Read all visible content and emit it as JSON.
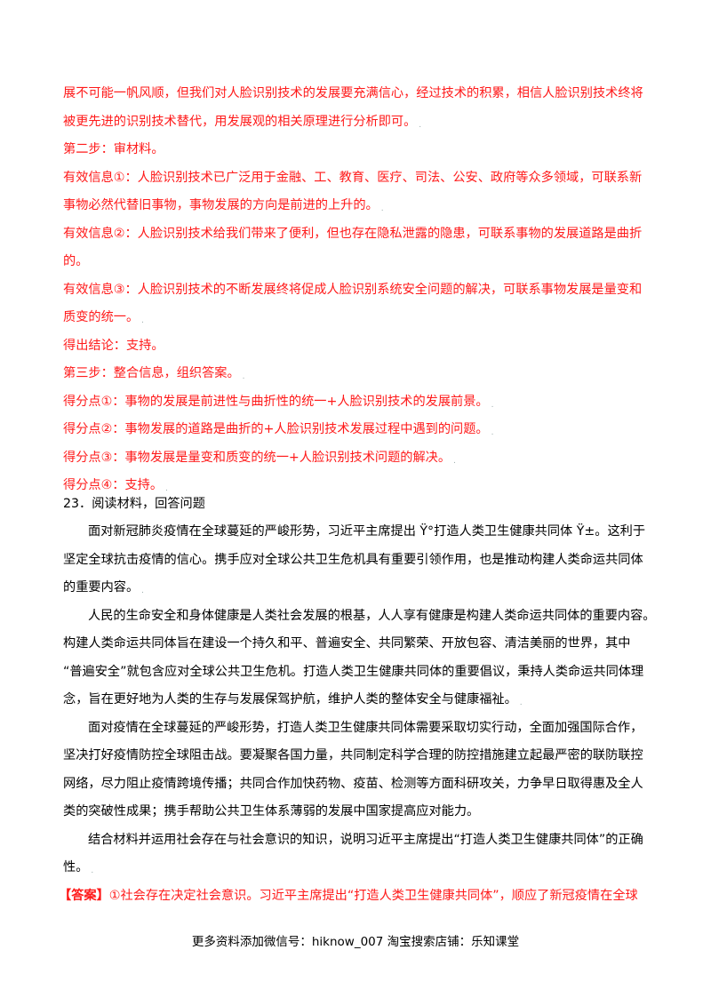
{
  "colors": {
    "answer_red": "#ff1a1a",
    "text": "#000000"
  },
  "analysis": {
    "l1": "展不可能一帆风顺，但我们对人脸识别技术的发展要充满信心，经过技术的积累，相信人脸识别技术终将",
    "l2": "被更先进的识别技术替代，用发展观的相关原理进行分析即可。",
    "l3": "第二步：审材料。",
    "l4": "有效信息①：人脸识别技术已广泛用于金融、工、教育、医疗、司法、公安、政府等众多领域，可联系新",
    "l5": "事物必然代替旧事物，事物发展的方向是前进的上升的。",
    "l6": "有效信息②：人脸识别技术给我们带来了便利，但也存在隐私泄露的隐患，可联系事物的发展道路是曲折",
    "l7": "的。",
    "l8": "有效信息③：人脸识别技术的不断发展终将促成人脸识别系统安全问题的解决，可联系事物发展是量变和",
    "l9": "质变的统一。",
    "l10": "得出结论：支持。",
    "l11": "第三步：整合信息，组织答案。",
    "l12": "得分点①：事物的发展是前进性与曲折性的统一+人脸识别技术的发展前景。",
    "l13": "得分点②：事物发展的道路是曲折的+人脸识别技术发展过程中遇到的问题。",
    "l14": "得分点③：事物发展是量变和质变的统一+人脸识别技术问题的解决。",
    "l15": "得分点④：支持。"
  },
  "question": {
    "header": "23．阅读材料，回答问题",
    "p1a": "面对新冠肺炎疫情在全球蔓延的严峻形势，习近平主席提出 Ÿ°打造人类卫生健康共同体 Ÿ±。这利于",
    "p1b": "坚定全球抗击疫情的信心。携手应对全球公共卫生危机具有重要引领作用，也是推动构建人类命运共同体",
    "p1c": "的重要内容。",
    "p2a": "人民的生命安全和身体健康是人类社会发展的根基，人人享有健康是构建人类命运共同体的重要内容。",
    "p2b": "构建人类命运共同体旨在建设一个持久和平、普遍安全、共同繁荣、开放包容、清洁美丽的世界，其中",
    "p2c": "“普遍安全”就包含应对全球公共卫生危机。打造人类卫生健康共同体的重要倡议，秉持人类命运共同体理",
    "p2d": "念，旨在更好地为人类的生存与发展保驾护航，维护人类的整体安全与健康福祉。",
    "p3a": "面对疫情在全球蔓延的严峻形势，打造人类卫生健康共同体需要采取切实行动，全面加强国际合作，",
    "p3b": "坚决打好疫情防控全球阻击战。要凝聚各国力量，共同制定科学合理的防控措施建立起最严密的联防联控",
    "p3c": "网络，尽力阻止疫情跨境传播；共同合作加快药物、疫苗、检测等方面科研攻关，力争早日取得惠及全人",
    "p3d": "类的突破性成果；携手帮助公共卫生体系薄弱的发展中国家提高应对能力。",
    "p4a": "结合材料并运用社会存在与社会意识的知识，说明习近平主席提出“打造人类卫生健康共同体”的正确",
    "p4b": "性。"
  },
  "answer": {
    "label": "【答案】",
    "text": "①社会存在决定社会意识。习近平主席提出“打造人类卫生健康共同体”，顺应了新冠疫情在全球"
  },
  "footer": {
    "text": "更多资料添加微信号：hiknow_007  淘宝搜索店铺：乐知课堂"
  }
}
